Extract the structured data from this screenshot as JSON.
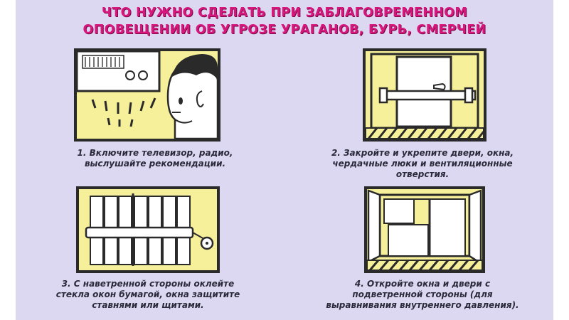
{
  "title": {
    "line1": "ЧТО НУЖНО СДЕЛАТЬ ПРИ ЗАБЛАГОВРЕМЕННОМ",
    "line2": "ОПОВЕЩЕНИИ ОБ УГРОЗЕ УРАГАНОВ, БУРЬ, СМЕРЧЕЙ"
  },
  "steps": [
    {
      "lines": [
        "1. Включите телевизор, радио,",
        "выслушайте рекомендации."
      ],
      "icon": "tv-radio-person-icon"
    },
    {
      "lines": [
        "2. Закройте и укрепите двери, окна,",
        "чердачные люки и вентиляционные",
        "отверстия."
      ],
      "icon": "barricaded-door-icon"
    },
    {
      "lines": [
        "3. С наветренной стороны оклейте",
        "стекла окон бумагой, окна защитите",
        "ставнями или щитами."
      ],
      "icon": "shuttered-window-icon"
    },
    {
      "lines": [
        "4. Откройте окна и двери с",
        "подветренной стороны (для",
        "выравнивания внутреннего давления)."
      ],
      "icon": "open-window-door-icon"
    }
  ],
  "colors": {
    "background": "#dcd8f2",
    "title": "#d8177e",
    "panel_fill": "#f6f09a",
    "outline": "#2a2a2a"
  }
}
